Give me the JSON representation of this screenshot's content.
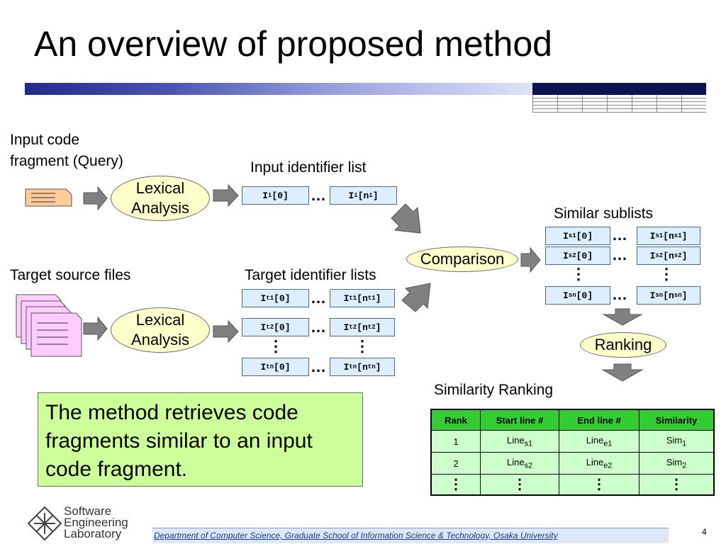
{
  "slide": {
    "title": "An overview of proposed method",
    "page_number": "4"
  },
  "diagram": {
    "input_label_line1": "Input code",
    "input_label_line2": "fragment (Query)",
    "target_label": "Target source files",
    "lexical_line1": "Lexical",
    "lexical_line2": "Analysis",
    "input_list_label": "Input identifier list",
    "target_lists_label": "Target identifier lists",
    "similar_sublists_label": "Similar sublists",
    "comparison_label": "Comparison",
    "ranking_label": "Ranking",
    "similarity_ranking_label": "Similarity Ranking",
    "hdots": "…",
    "vdots": "⋮",
    "input_ids": {
      "first": "I",
      "first_sub": "i",
      "first_idx": "[0]",
      "last": "I",
      "last_sub": "i",
      "last_open": "[n",
      "last_idx_sub": "i",
      "last_close": "]"
    },
    "target_ids": [
      {
        "sub": "t1"
      },
      {
        "sub": "t2"
      },
      {
        "sub": "tn"
      }
    ],
    "similar_ids": [
      {
        "sub": "s1"
      },
      {
        "sub": "s2"
      },
      {
        "sub": "sn"
      }
    ],
    "id_letter": "I",
    "id_zero": "[0]",
    "id_n_open": "[n",
    "id_close": "]"
  },
  "result_text": "The method retrieves code fragments similar to an input code fragment.",
  "ranking_table": {
    "headers": [
      "Rank",
      "Start line #",
      "End line #",
      "Similarity"
    ],
    "rows": [
      {
        "rank": "1",
        "start": "Line",
        "start_sub": "s1",
        "end": "Line",
        "end_sub": "e1",
        "sim": "Sim",
        "sim_sub": "1"
      },
      {
        "rank": "2",
        "start": "Line",
        "start_sub": "s2",
        "end": "Line",
        "end_sub": "e2",
        "sim": "Sim",
        "sim_sub": "2"
      }
    ],
    "ellipsis": "⋮"
  },
  "footer": {
    "department": "Department of Computer Science, Graduate School of Information Science & Technology, Osaka University",
    "lab_line1": "Software",
    "lab_line2": "Engineering",
    "lab_line3": "Laboratory"
  },
  "colors": {
    "ellipse_fill": "#ffffcc",
    "id_box_fill": "#ddeeff",
    "result_box_fill": "#ccff99",
    "table_header_fill": "#33cc33",
    "table_cell_fill": "#ccffcc",
    "arrow_fill": "#808080"
  }
}
